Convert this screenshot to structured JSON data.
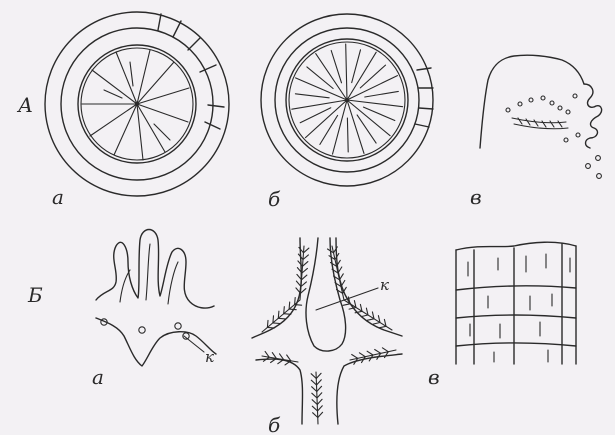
{
  "row_labels": {
    "top": "А",
    "bottom": "Б"
  },
  "top_panels": {
    "a": "а",
    "b": "б",
    "v": "в"
  },
  "bottom_panels": {
    "a": "а",
    "b": "б",
    "v": "в"
  },
  "callouts": {
    "k_left": "к",
    "k_middle": "к"
  },
  "colors": {
    "ink": "#2a2a2a",
    "paper": "#f3f1f4"
  }
}
